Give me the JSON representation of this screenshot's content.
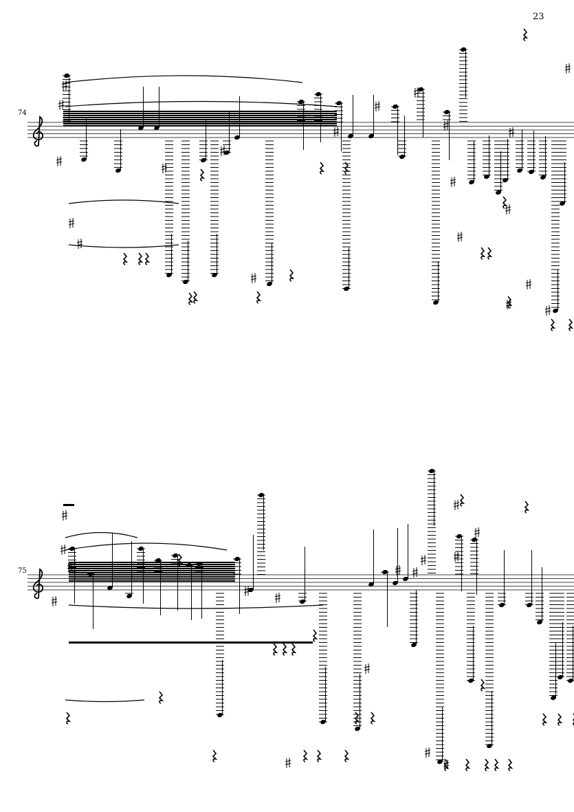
{
  "page_number": "23",
  "systems": [
    {
      "measure_number": "74"
    },
    {
      "measure_number": "75"
    }
  ]
}
